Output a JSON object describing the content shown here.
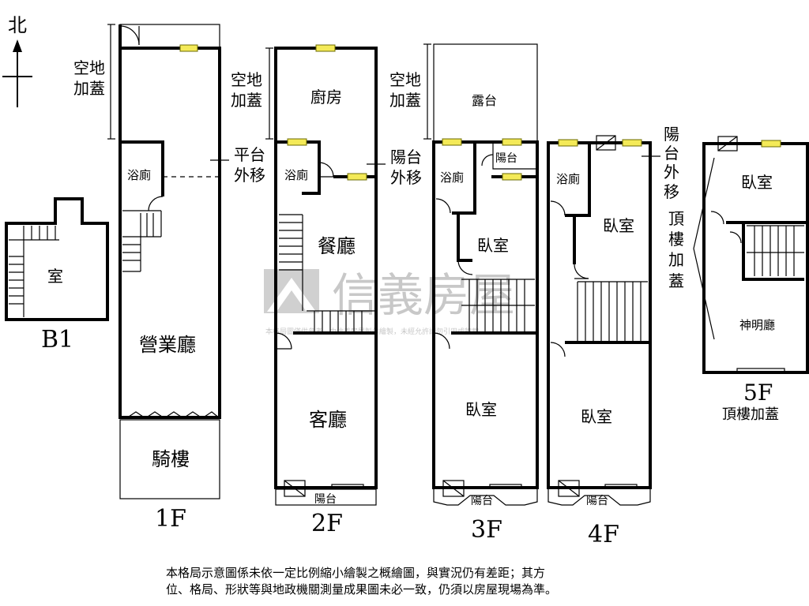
{
  "compass": {
    "north": "北"
  },
  "watermark": {
    "brand": "信義房屋",
    "sub": "本格局圖僅供參考，由信義房屋製作繪製，未經允許請勿引用或轉載。"
  },
  "floors": {
    "b1": {
      "name": "B1",
      "room": "室"
    },
    "f1": {
      "name": "1F",
      "ext_top_a": "空地",
      "ext_top_b": "加蓋",
      "bath": "浴廁",
      "platform_a": "平台",
      "platform_b": "外移",
      "hall": "營業廳",
      "arcade": "騎樓"
    },
    "f2": {
      "name": "2F",
      "ext_top_a": "空地",
      "ext_top_b": "加蓋",
      "kitchen": "廚房",
      "bath": "浴廁",
      "dining": "餐廳",
      "living": "客廳",
      "balcony": "陽台",
      "balcony_move_a": "陽台",
      "balcony_move_b": "外移"
    },
    "f3": {
      "name": "3F",
      "ext_top_a": "空地",
      "ext_top_b": "加蓋",
      "terrace": "露台",
      "bath": "浴廁",
      "balcony_small": "陽台",
      "bedroom_mid": "臥室",
      "bedroom_front": "臥室",
      "balcony": "陽台"
    },
    "f4": {
      "name": "4F",
      "bath": "浴廁",
      "bedroom_mid": "臥室",
      "bedroom_front": "臥室",
      "balcony": "陽台",
      "side_text": "陽台外移頂樓加蓋"
    },
    "f5": {
      "name": "5F",
      "subtitle": "頂樓加蓋",
      "bedroom": "臥室",
      "shrine": "神明廳"
    }
  },
  "disclaimer": {
    "line1": "本格局示意圖係未依一定比例縮小繪製之概繪圖，與實況仍有差距；其方",
    "line2": "位、格局、形狀等與地政機關測量成果圖未必一致，仍須以房屋現場為準。"
  }
}
